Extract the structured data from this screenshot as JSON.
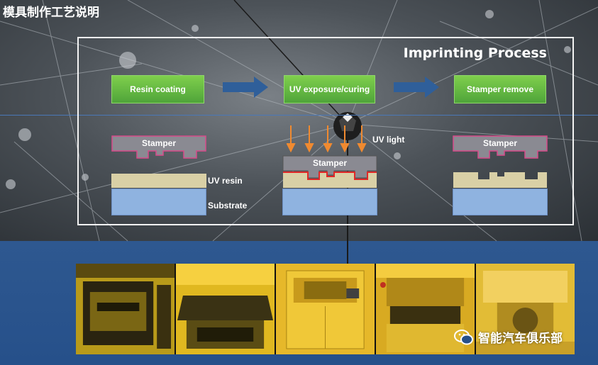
{
  "page": {
    "title": "模具制作工艺说明"
  },
  "diagram": {
    "title": "Imprinting Process",
    "steps": [
      {
        "label": "Resin coating"
      },
      {
        "label": "UV exposure/curing"
      },
      {
        "label": "Stamper remove"
      }
    ],
    "labels": {
      "stamper": "Stamper",
      "uv_resin": "UV resin",
      "substrate": "Substrate",
      "uv_light": "UV light"
    },
    "colors": {
      "step_green": "#5cb843",
      "arrow_blue": "#2f5f9a",
      "resin": "#d9d0a6",
      "substrate": "#8fb3e0",
      "stamper": "#8a8a92",
      "stamper_edge": "#d84a8a",
      "uv_arrow": "#f08a30"
    }
  },
  "photos": [
    {
      "icon": "equipment-photo-1"
    },
    {
      "icon": "equipment-photo-2"
    },
    {
      "icon": "equipment-photo-3"
    },
    {
      "icon": "equipment-photo-4"
    },
    {
      "icon": "equipment-photo-5"
    }
  ],
  "watermark": {
    "text": "智能汽车俱乐部",
    "icon": "wechat-icon"
  }
}
